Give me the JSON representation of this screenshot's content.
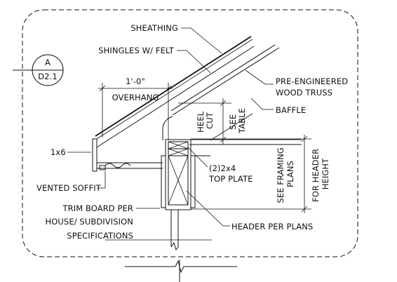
{
  "callout": {
    "letter": "A",
    "sheet": "D2.1"
  },
  "labels": {
    "sheathing": "SHEATHING",
    "shingles": "SHINGLES W/ FELT",
    "truss_line1": "PRE-ENGINEERED",
    "truss_line2": "WOOD TRUSS",
    "baffle": "BAFFLE",
    "dim_overhang_value": "1'-0\"",
    "overhang": "OVERHANG",
    "heel_line1": "HEEL",
    "heel_line2": "CUT",
    "see_line1": "SEE",
    "see_line2": "TABLE",
    "fascia": "1x6",
    "top_plate_line1": "(2)2x4",
    "top_plate_line2": "TOP PLATE",
    "framing_line1": "SEE FRAMING",
    "framing_line2": "PLANS",
    "header_height_line1": "FOR HEADER",
    "header_height_line2": "HEIGHT",
    "vented_soffit": "VENTED SOFFIT",
    "trim_line1": "TRIM BOARD PER",
    "trim_line2": "HOUSE/ SUBDIVISION",
    "trim_line3": "SPECIFICATIONS",
    "header_per_plans": "HEADER PER PLANS"
  }
}
